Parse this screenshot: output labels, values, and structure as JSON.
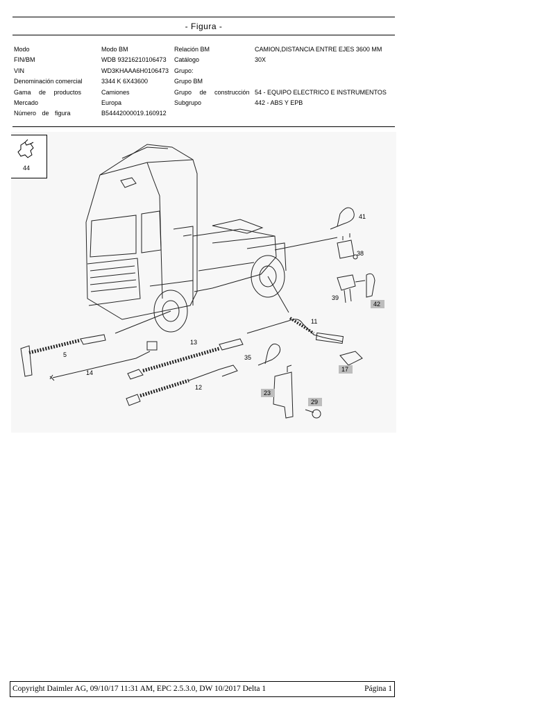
{
  "page": {
    "title": "- Figura -"
  },
  "meta": {
    "labels_left": [
      "Modo",
      "FIN/BM",
      "VIN",
      "Denominación comercial",
      "Gama de productos",
      "Mercado",
      "Número de figura"
    ],
    "values_left": [
      "Modo BM",
      "WDB 93216210106473",
      "WD3KHAAA6H0106473",
      "3344 K 6X43600",
      "Camiones",
      "Europa",
      "B54442000019.160912"
    ],
    "labels_right": [
      "Relación BM",
      "Catálogo",
      "Grupo:",
      "Grupo BM",
      "Grupo de construcción",
      "Subgrupo"
    ],
    "values_right": [
      "CAMION,DISTANCIA ENTRE EJES 3600 MM",
      "30X",
      "",
      "",
      "54 - EQUIPO ELECTRICO E INSTRUMENTOS",
      "442 - ABS Y EPB"
    ]
  },
  "figure": {
    "icon_number": "44",
    "part_labels": [
      "41",
      "38",
      "39",
      "42",
      "11",
      "17",
      "35",
      "29",
      "23",
      "5",
      "14",
      "13",
      "12"
    ]
  },
  "footer": {
    "copyright": "Copyright Daimler AG, 09/10/17 11:31 AM, EPC 2.5.3.0, DW 10/2017 Delta 1",
    "page_label": "Página 1"
  }
}
